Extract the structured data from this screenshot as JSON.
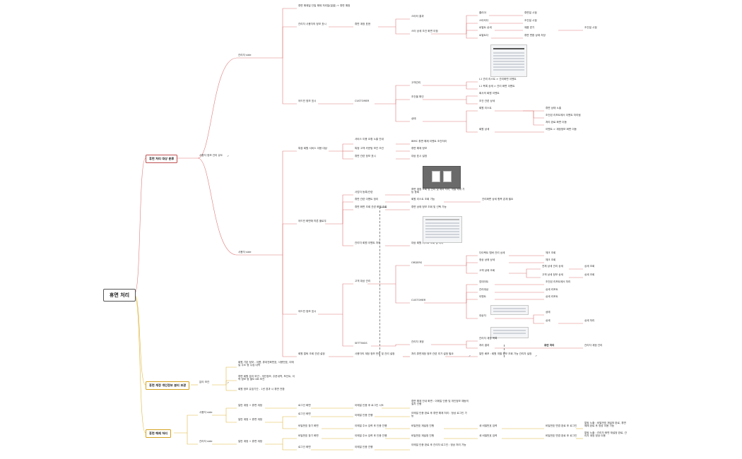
{
  "root": "휴면 처리",
  "branches": [
    "휴면 처리 대상 분류",
    "휴면 계정 개인정보 분리 보관",
    "휴면 해제 처리"
  ],
  "colors": {
    "red_branch": "#e07a7a",
    "yellow_branch": "#e0b840",
    "root_border": "#555555"
  },
  "icon_names": {
    "screenshot_thumbnail": "screen-thumbnail-icon",
    "link": "link-icon"
  },
  "labels": {
    "t1": "휴면 해제일 단일 해제 처리일(일괄) + 휴면 예정",
    "t2": "관리자 사용자의 정보 표시",
    "t3": "휴면 계정 표현",
    "t4": "스타터 결과",
    "t5": "스터 상세 조건 화면 이점",
    "t6": "줄리아",
    "t7": "휴면일 시점",
    "t8": "스타터다",
    "t9": "조건일 시점",
    "t10": "로열트 상세",
    "t11": "제품 받기",
    "t12": "조건일 시점",
    "t13": "로열트다",
    "t14": "휴면 변환 상태 저장",
    "t15": "관리자 side",
    "t16": "L1 관리 리스트 > 관리화면 이벤트",
    "t17": "L1 목록 상세 > 관리 화면 이벤트",
    "t18": "고객관리",
    "t19": "어드민 정보 표시",
    "t20": "CUSTOMER",
    "t21": "회사의 회원 이벤트",
    "t22": "조건을 확인",
    "t23": "조건 관련 상세",
    "t24": "회원 리스트",
    "t25": "휴면 상태 노출",
    "t26": "상태",
    "t27": "조건된 리포트에서 이벤트 처리됨",
    "t28": "처리 완료 화면 이동",
    "t29": "회원 상세",
    "t30": "이벤트 > 계정정보 화면 이동",
    "t31": "특정 회원 서비스 이용 대상",
    "t32": "IBMC 휴면 해제 이벤트 조건처리",
    "t33": "서비스 이용 요청 노출 안내",
    "t34": "특정 고객 카운팅 보관 조건",
    "t35": "휴면 관련 정보 표시",
    "t36": "휴면 해제 정보",
    "t37": "대상 표시 설정",
    "t38": "사업자 등록/관련",
    "t39": "휴면 관련 이벤트 정리",
    "t40": "휴면 계정 조회 및 관리 및 예외 처리, 개별 해제 가능 등록",
    "t41": "회원 조회 결과 화면 노출",
    "t42": "회원 리스트 조회 가능",
    "t43": "관리화면 상세 항목 존재 필요",
    "t44": "휴면 화면 조회 관련 화면 조회",
    "t45": "휴면 상태 정보 조회 및 선택 가능",
    "t46": "어드민 화면에 따른 플로우",
    "t47": "관리자 회원 이벤트 처리",
    "t48": "대상 회원 리스트 조회 및 처리",
    "t49": "고객 대상 관리",
    "t50": "ORDERS",
    "t51": "다이렉트 멤버 관리 상세",
    "t52": "체크 조회",
    "t53": "정상 상태 상세",
    "t54": "체크 조회",
    "t55": "고객 상태 조회",
    "t56": "전체 상세 관리 상세",
    "t57": "상세 조회",
    "t58": "고객 상세 정보 상세",
    "t59": "상세 조회",
    "t60": "업데이트",
    "t61": "조건된 리포트에서 처리",
    "t62": "관리대상",
    "t63": "상세 리포트",
    "t64": "이벤트",
    "t65": "상세 리포트",
    "t66": "CUSTOMER",
    "t67": "대상자",
    "t68": "상태",
    "t69": "상세",
    "t70": "상세 처리",
    "t71": "SETTINGS",
    "t72": "관리자 계정",
    "t73": "관리자 계정 목록",
    "t74": "처리 결과",
    "t75": "휴면 처리",
    "t76": "관리자 계정 관리",
    "t77": "회원 탈퇴 조회 관련 설정",
    "t78": "사용자의 계정 정보 반영 및 관리 설정",
    "t79": "처리 휴면계정 정보 관련 추가 설정 필요",
    "t80": "일반 배포 : 회원 개별 정보 조회 가능 관리자 설정",
    "t81": "사용자 side",
    "t82": "사용자 정보 관리 유도",
    "t83": "회원 기본 정보 - 이름, 휴대전화번호, 사용번호, 이메일 주소 등 수집 내역",
    "t84": "휴면 회원 분리 보관 - 개인정보, 주문내역, 포인트, 이력 정보 등 별도 DB 보관",
    "t85": "회원 정보 유효기간 - 1년 경과 시 휴면 전환",
    "t86": "분리 보관",
    "t87": "사용자 side",
    "t88": "일반 계정 + 휴면 계정",
    "t89": "로그인 화면",
    "t90": "이메일 인증 후 로그인 시도",
    "t91": "휴면 해제 안내 화면 : 이메일 인증 및 개인정보 재동의 절차 진행",
    "t92": "로그인 화면",
    "t93": "이메일 인증 진행",
    "t94": "이메일 인증 완료 후 휴면 해제 처리 : 정상 로그인 가능",
    "t95": "일반 계정 + 휴면 계정",
    "t96": "비밀번호 찾기 화면",
    "t97": "이메일 주소 입력 후 인증 진행",
    "t98": "비밀번호 재설정 진행",
    "t99": "새 비밀번호 입력",
    "t100": "비밀번호 변경 완료 후 로그인",
    "t101": "알림 노출 : 비밀번호 재설정 완료, 휴면 해제 완료 후 정상 이용 가능",
    "t102": "관리자 side",
    "t103": "일반 계정 + 휴면 계정",
    "t104": "비밀번호 찾기 화면",
    "t105": "이메일 주소 입력 후 인증 진행",
    "t106": "비밀번호 재설정 진행",
    "t107": "새 비밀번호 입력",
    "t108": "비밀번호 변경 완료 후 로그인",
    "t109": "알림 노출 : 관리자 화면 재설정 완료, 관리자 계정 정상 이용",
    "t110": "로그인 화면",
    "t111": "이메일 인증 진행",
    "t112": "이메일 인증 완료 후 관리자 로그인 : 정상 처리 가능",
    "t113": "관리자 계정 조회 가능"
  }
}
